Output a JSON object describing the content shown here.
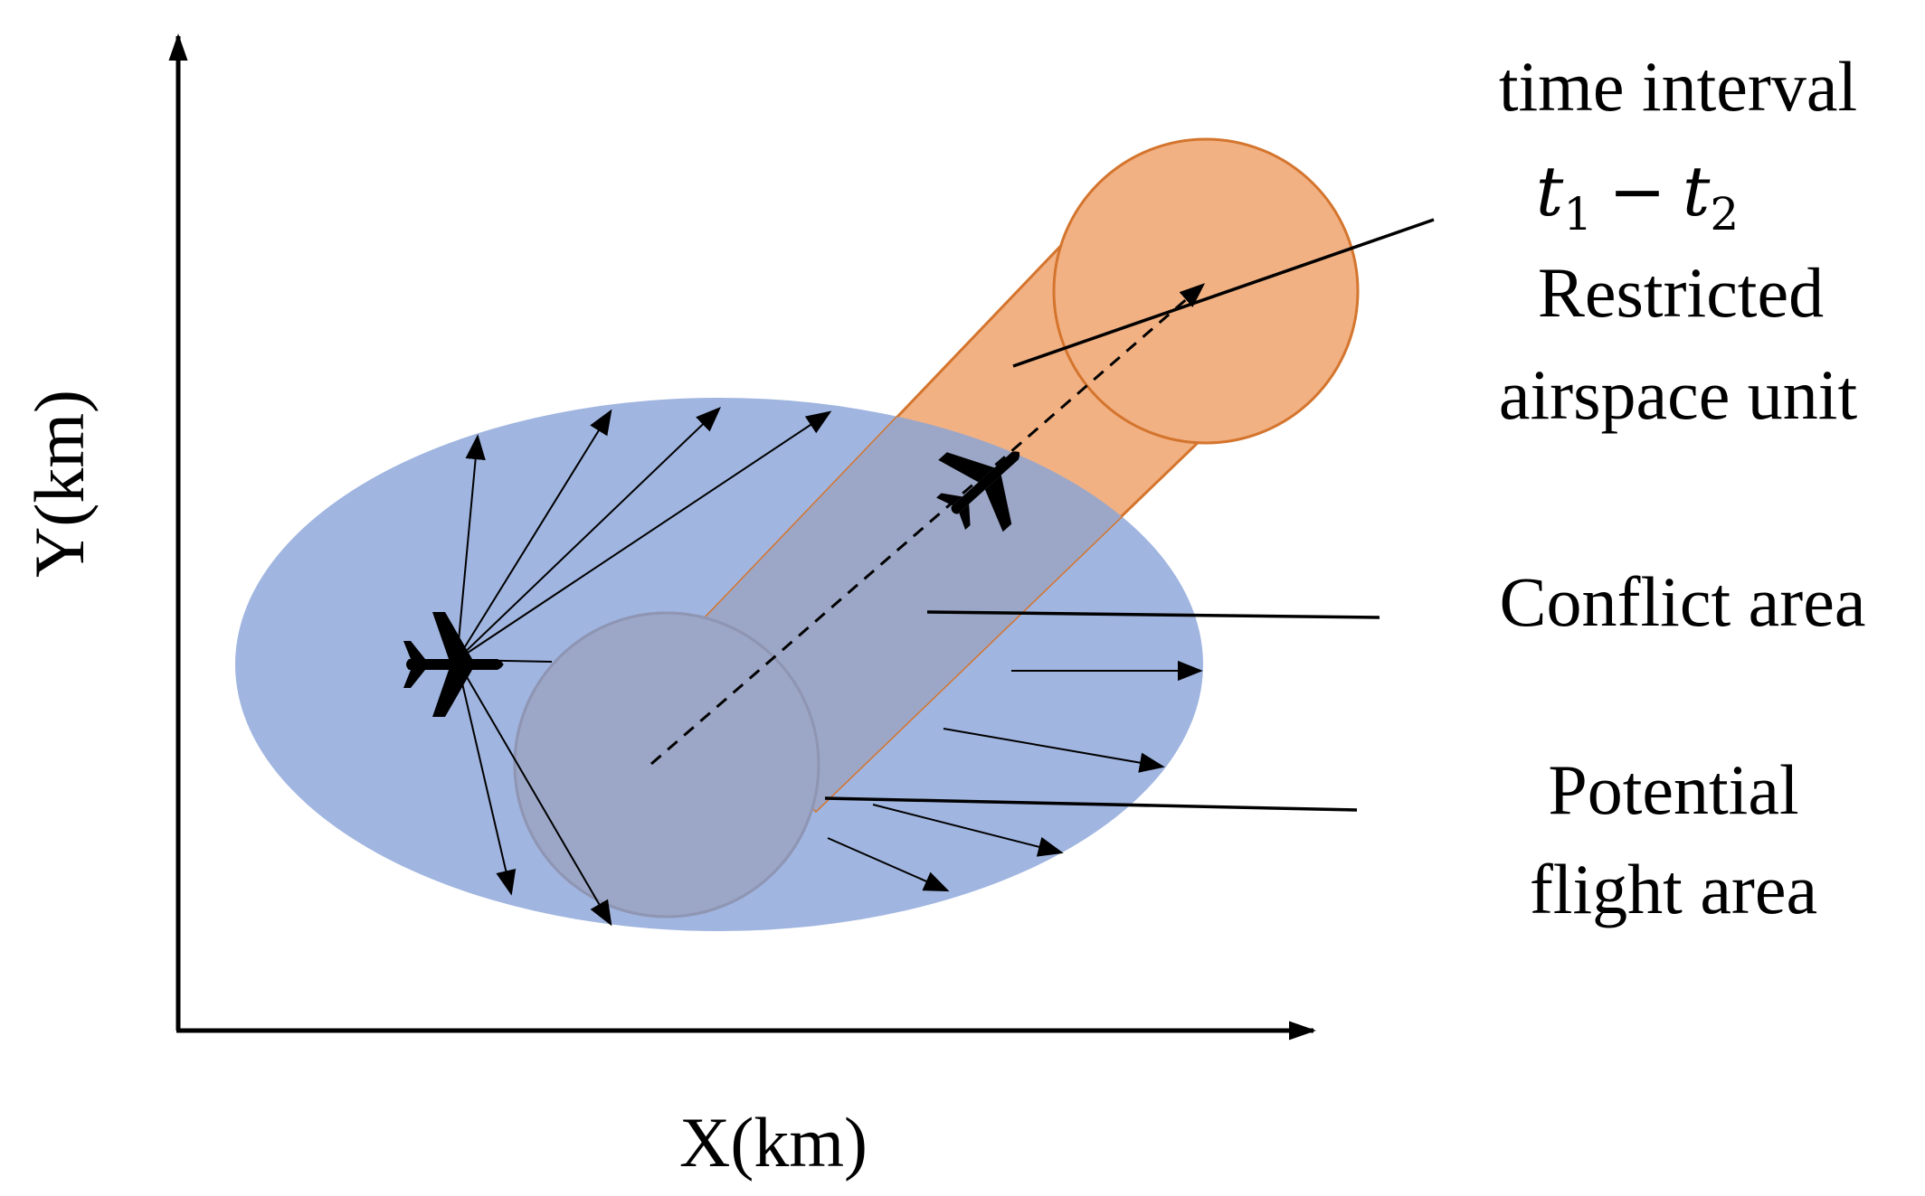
{
  "axes": {
    "x_label": "X(km)",
    "y_label": "Y(km)"
  },
  "labels": {
    "time_interval": "time interval",
    "time_expr": {
      "t1_base": "t",
      "t1_sub": "1",
      "minus": "−",
      "t2_base": "t",
      "t2_sub": "2"
    },
    "restricted_line1": "Restricted",
    "restricted_line2": "airspace unit",
    "conflict": "Conflict area",
    "potential_line1": "Potential",
    "potential_line2": "flight area"
  },
  "colors": {
    "potential_area": "#a0b5e0",
    "restricted_fill": "#f2b183",
    "restricted_stroke": "#d4752e",
    "conflict_overlap": "#9ca7c7",
    "conflict_stroke": "#8f96b4"
  },
  "icons": [
    "airplane-icon",
    "airplane-icon"
  ]
}
